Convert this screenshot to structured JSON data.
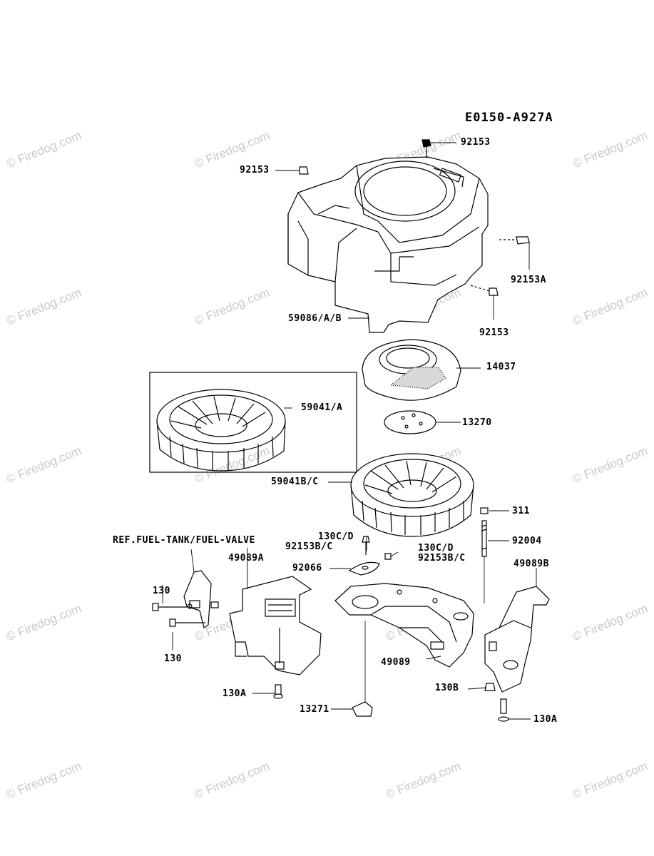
{
  "diagram_code": "E0150-A927A",
  "watermark_text": "© Firedog.com",
  "ref_note": "REF.FUEL-TANK/FUEL-VALVE",
  "parts": {
    "p92153_top": "92153",
    "p92153_left": "92153",
    "p92153A": "92153A",
    "p92153_right": "92153",
    "p59086": "59086/A/B",
    "p14037": "14037",
    "p59041A": "59041/A",
    "p13270": "13270",
    "p59041BC": "59041B/C",
    "p311": "311",
    "p92004": "92004",
    "p130CD_a": "130C/D",
    "p92153BC_a": "92153B/C",
    "p130CD_b": "130C/D",
    "p92153BC_b": "92153B/C",
    "p49089A": "49089A",
    "p49089B": "49089B",
    "p130_top": "130",
    "p130_bot": "130",
    "p92066": "92066",
    "p49089": "49089",
    "p130B": "130B",
    "p130A_left": "130A",
    "p13271": "13271",
    "p130A_right": "130A"
  }
}
